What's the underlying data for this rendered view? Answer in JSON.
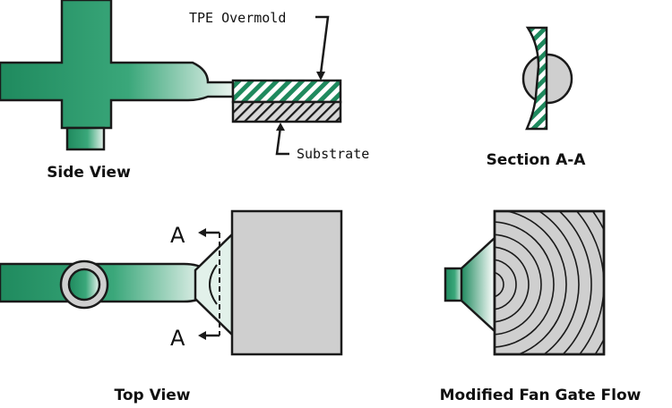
{
  "labels": {
    "side_view": "Side View",
    "section": "Section A-A",
    "top_view": "Top View",
    "fan_gate": "Modified Fan Gate Flow"
  },
  "callouts": {
    "overmold": "TPE Overmold",
    "substrate": "Substrate"
  },
  "section_marks": {
    "top": "A",
    "bottom": "A"
  },
  "colors": {
    "runner_green": "#1f8a5e",
    "part_gray": "#cfcfcf",
    "outline": "#1a1a1a"
  }
}
